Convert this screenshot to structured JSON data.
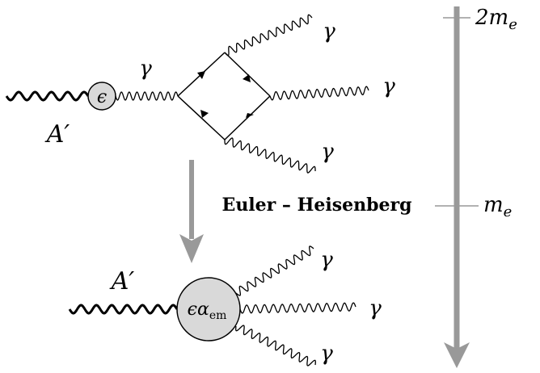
{
  "top_diagram": {
    "incoming_label": "A′",
    "coupling_label": "ϵ",
    "internal_photon_label": "γ",
    "outgoing_labels": [
      "γ",
      "γ",
      "γ"
    ]
  },
  "transition": {
    "label": "Euler – Heisenberg"
  },
  "bottom_diagram": {
    "incoming_label": "A′",
    "coupling_prefix": "ϵα",
    "coupling_subscript": "em",
    "outgoing_labels": [
      "γ",
      "γ",
      "γ"
    ]
  },
  "energy_scale": {
    "upper_tick": "2m",
    "upper_tick_sub": "e",
    "middle_tick": "m",
    "middle_tick_sub": "e"
  },
  "colors": {
    "arrow_gray": "#999999",
    "blob_fill": "#d9d9d9",
    "line": "#000000"
  }
}
